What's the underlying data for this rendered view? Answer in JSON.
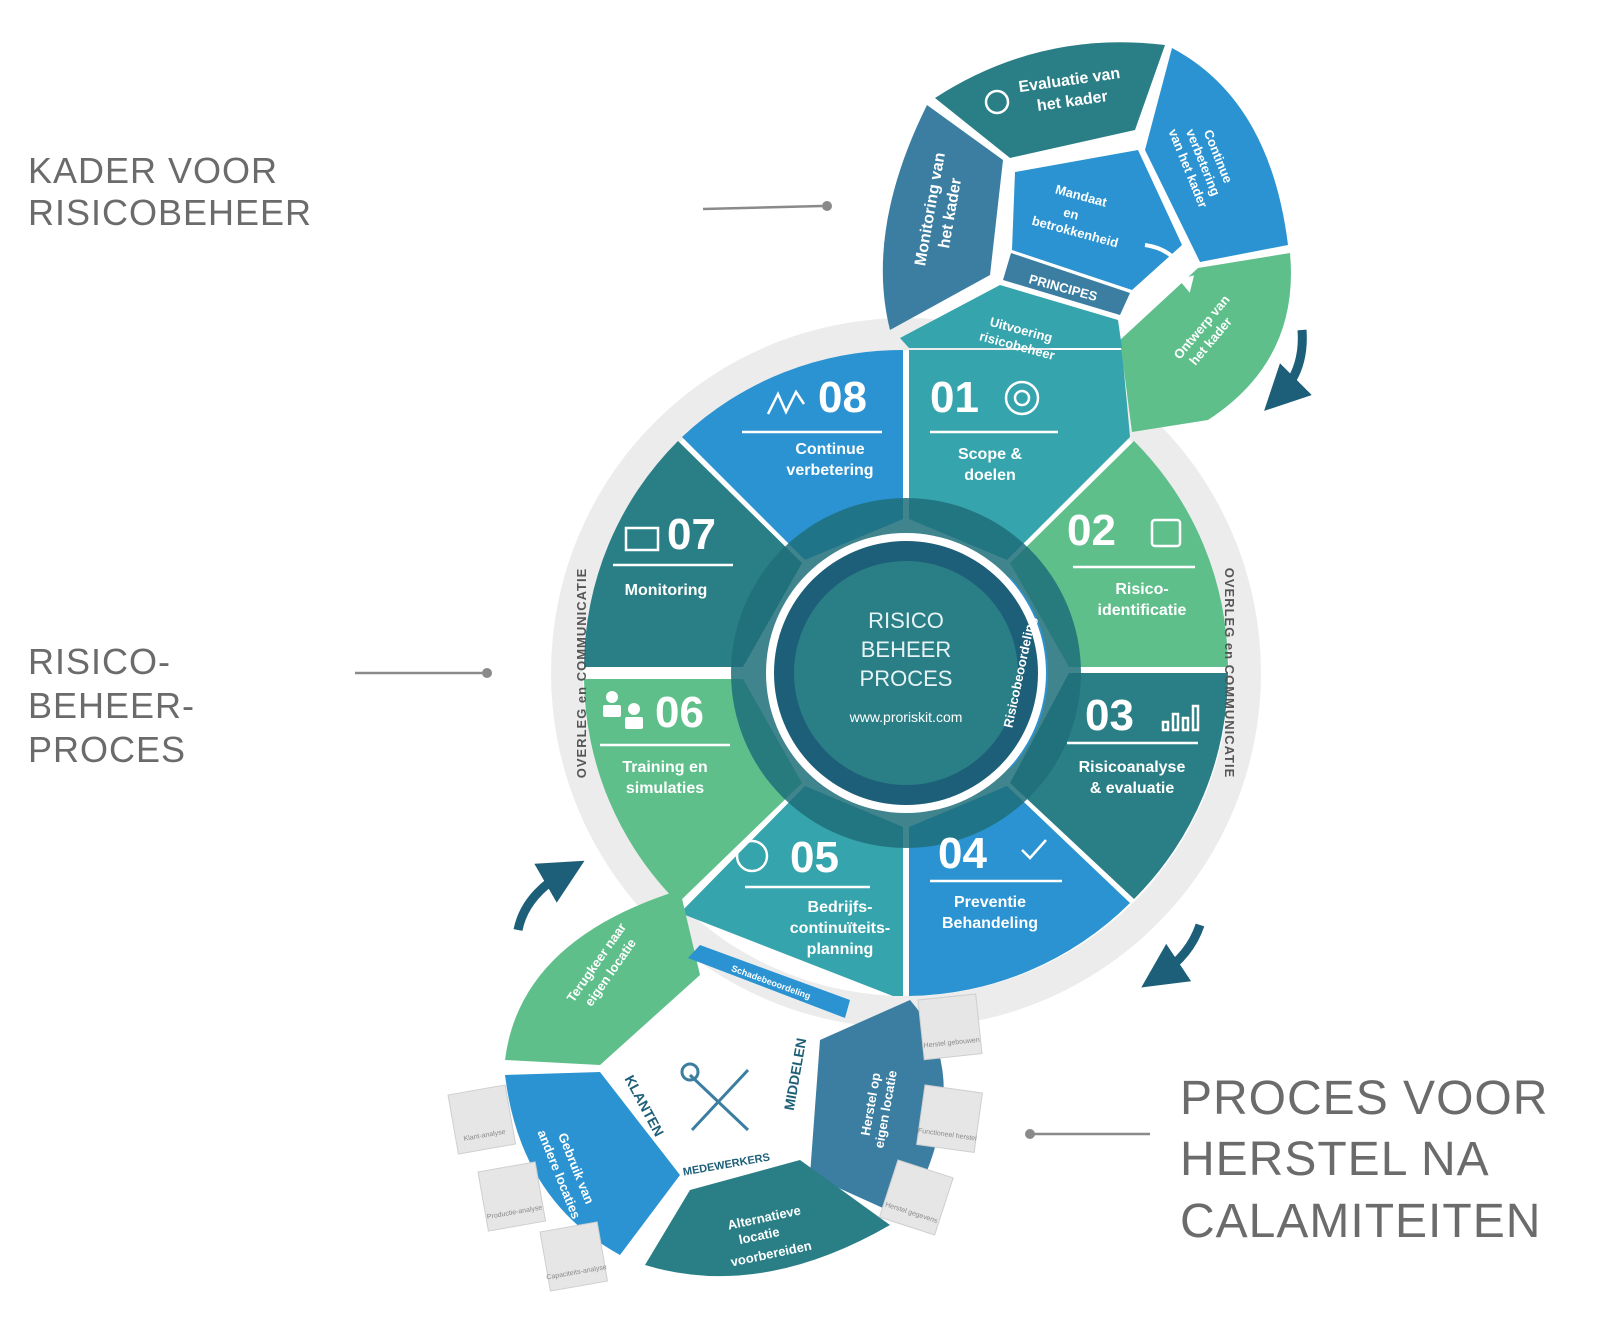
{
  "side_labels": {
    "kader": "KADER VOOR\nRISICOBEHEER",
    "proces": "RISICO-\nBEHEER-\nPROCES",
    "herstel": "PROCES VOOR\nHERSTEL NA\nCALAMITEITEN"
  },
  "center": {
    "line1": "RISICO",
    "line2": "BEHEER",
    "line3": "PROCES",
    "url": "www.proriskit.com",
    "ring_label": "Risicobeoordeling"
  },
  "outer_ring_label": "OVERLEG en COMMUNICATIE",
  "process_steps": [
    {
      "num": "01",
      "line1": "Scope &",
      "line2": "doelen",
      "icon": "target-icon"
    },
    {
      "num": "02",
      "line1": "Risico-",
      "line2": "identificatie",
      "icon": "search-tag-icon"
    },
    {
      "num": "03",
      "line1": "Risicoanalyse",
      "line2": "& evaluatie",
      "icon": "bar-chart-icon"
    },
    {
      "num": "04",
      "line1": "Preventie",
      "line2": "Behandeling",
      "icon": "refresh-check-icon"
    },
    {
      "num": "05",
      "line1": "Bedrijfs-",
      "line2": "continuïteits-",
      "line3": "planning",
      "icon": "network-icon"
    },
    {
      "num": "06",
      "line1": "Training en",
      "line2": "simulaties",
      "icon": "people-exchange-icon"
    },
    {
      "num": "07",
      "line1": "Monitoring",
      "line2": "",
      "icon": "dashboard-icon"
    },
    {
      "num": "08",
      "line1": "Continue",
      "line2": "verbetering",
      "icon": "trend-arrows-icon"
    }
  ],
  "kader": {
    "evaluatie": {
      "line1": "Evaluatie van",
      "line2": "het kader"
    },
    "continue": {
      "line1": "Continue",
      "line2": "verbetering",
      "line3": "van het kader"
    },
    "mandaat": {
      "line1": "Mandaat",
      "line2": "en",
      "line3": "betrokkenheid"
    },
    "principes": "PRINCIPES",
    "monitoring": {
      "line1": "Monitoring van",
      "line2": "het kader"
    },
    "ontwerp": {
      "line1": "Ontwerp van",
      "line2": "het kader"
    },
    "uitvoering": {
      "line1": "Uitvoering",
      "line2": "risicobeheer"
    }
  },
  "herstel": {
    "terugkeer": {
      "line1": "Terugkeer naar",
      "line2": "eigen locatie"
    },
    "schadebeoordeling": "Schadebeoordeling",
    "herstel_op": {
      "line1": "Herstel op",
      "line2": "eigen locatie"
    },
    "middelen": "MIDDELEN",
    "klanten": "KLANTEN",
    "medewerkers": "MEDEWERKERS",
    "gebruik": {
      "line1": "Gebruik van",
      "line2": "andere locaties"
    },
    "alternatieve": {
      "line1": "Alternatieve",
      "line2": "locatie",
      "line3": "voorbereiden"
    },
    "docs_left": [
      "Klant-analyse",
      "Productie-analyse",
      "Capaciteits-analyse"
    ],
    "docs_right": [
      "Herstel gebouwen",
      "Functioneel herstel",
      "Herstel gegevens"
    ]
  },
  "colors": {
    "teal_dark": "#2a7f86",
    "teal": "#35a4ad",
    "blue": "#2b93d1",
    "green": "#5fbf8b",
    "slate": "#3b7ea1",
    "navy": "#1d5f78",
    "ring_gray": "#ececec"
  }
}
